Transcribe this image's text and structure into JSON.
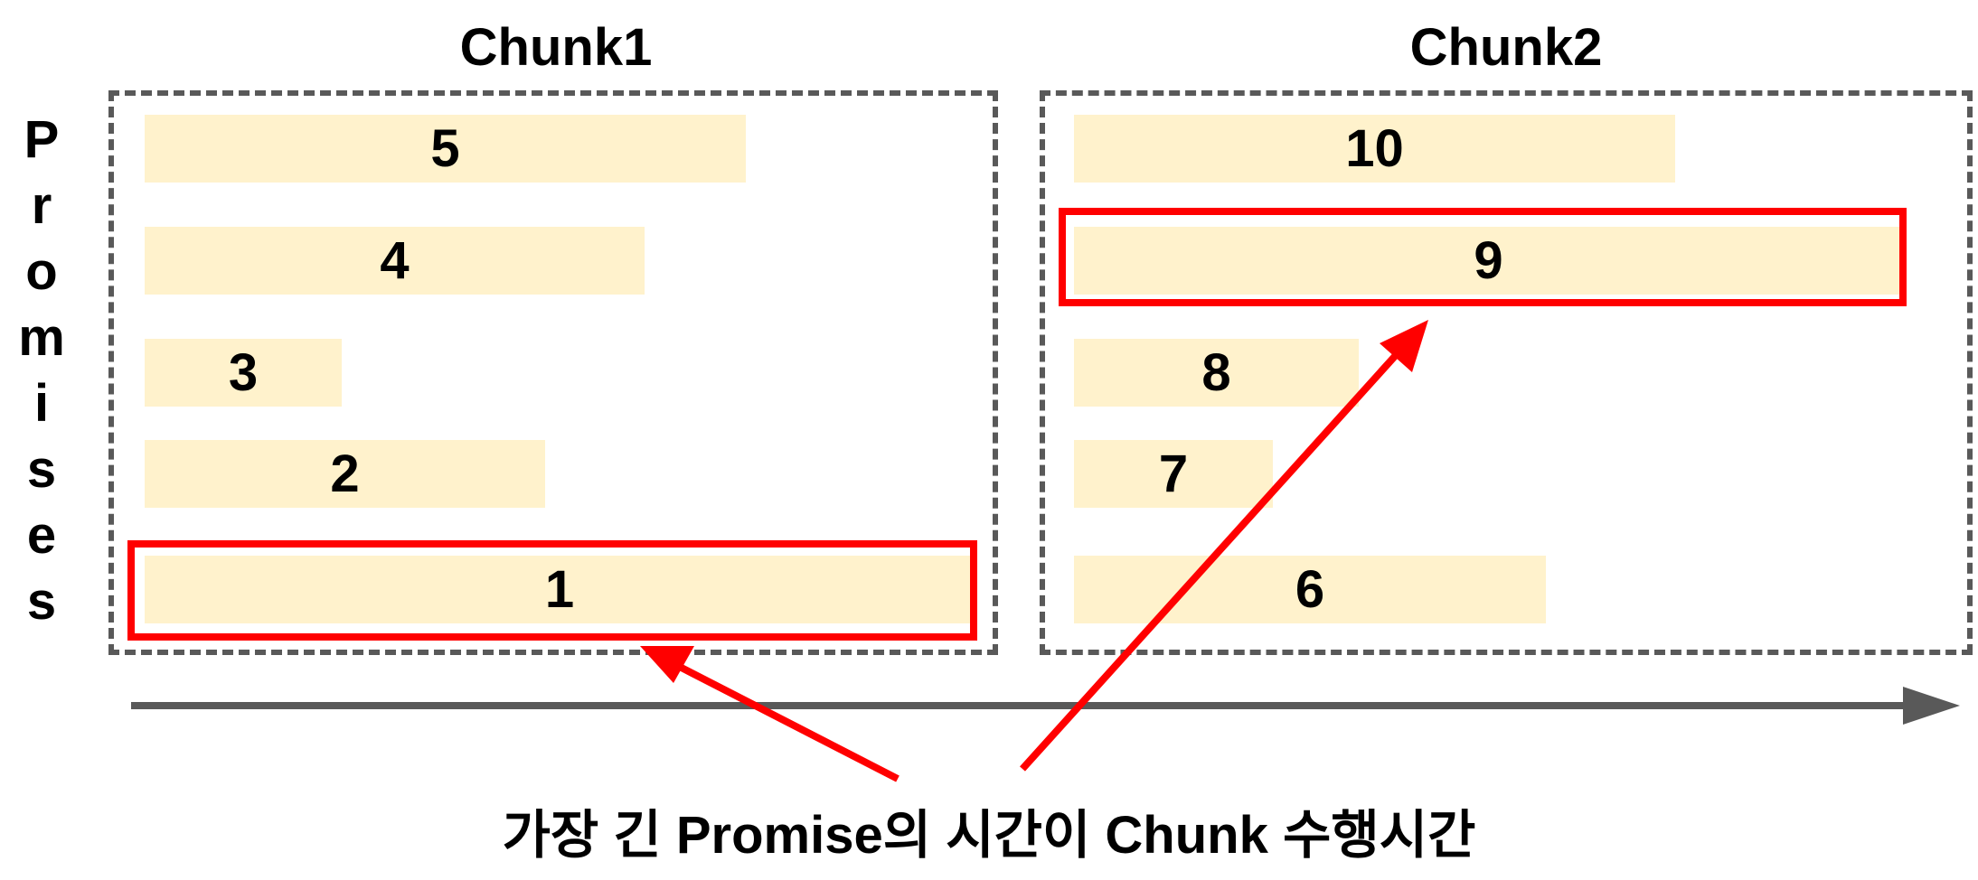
{
  "chunks": [
    {
      "title": "Chunk1",
      "promises": [
        "5",
        "4",
        "3",
        "2",
        "1"
      ]
    },
    {
      "title": "Chunk2",
      "promises": [
        "10",
        "9",
        "8",
        "7",
        "6"
      ]
    }
  ],
  "y_axis_label": "Promises",
  "caption": "가장 긴 Promise의 시간이 Chunk 수행시간",
  "colors": {
    "bar_fill": "#fff2cc",
    "highlight": "#ff0000",
    "dashed_border": "#595959",
    "time_arrow": "#595959"
  }
}
